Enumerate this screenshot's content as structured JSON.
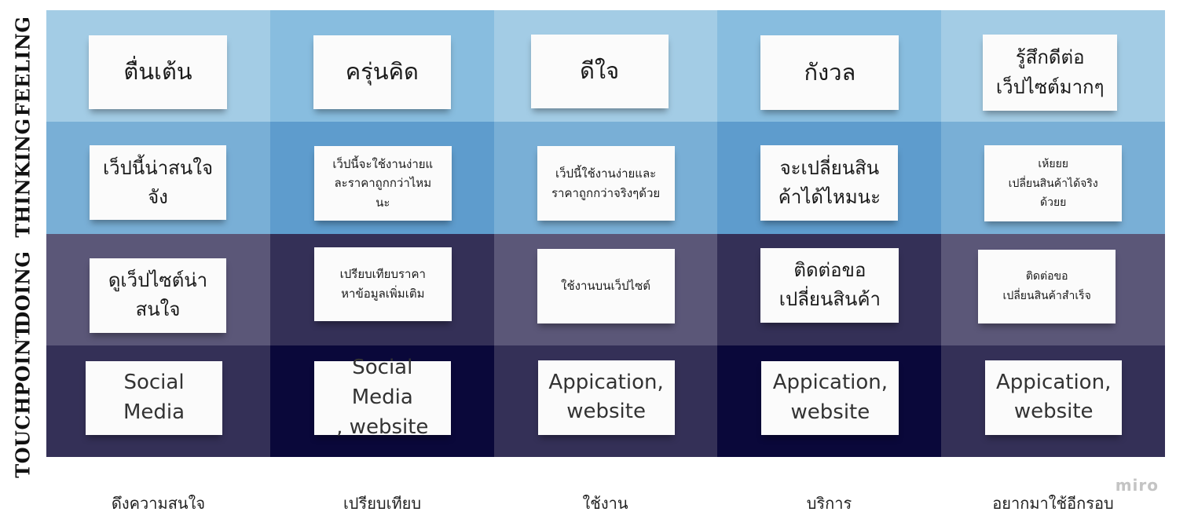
{
  "rows": [
    "FEELING",
    "THINKING",
    "DOING",
    "TOUCHPOINT"
  ],
  "stages": [
    "ดึงความสนใจ",
    "เปรียบเทียบ",
    "ใช้งาน",
    "บริการ",
    "อยากมาใช้อีกรอบ"
  ],
  "colors": {
    "feeling": [
      "#a3cce5",
      "#88bddf",
      "#a3cce5",
      "#88bddf",
      "#a3cce5"
    ],
    "thinking": [
      "#79afd6",
      "#5e9ccd",
      "#79afd6",
      "#5e9ccd",
      "#79afd6"
    ],
    "doing": [
      "#5b5778",
      "#343057",
      "#5b5778",
      "#343057",
      "#5b5778"
    ],
    "touchpoint": [
      "#343057",
      "#0a083a",
      "#343057",
      "#0a083a",
      "#343057"
    ]
  },
  "cells": {
    "feeling": [
      "ตื่นเต้น",
      "ครุ่นคิด",
      "ดีใจ",
      "กังวล",
      "รู้สึกดีต่อ\nเว็ปไซต์มากๆ"
    ],
    "thinking": [
      "เว็ปนี้น่าสนใจ\nจัง",
      "เว็ปนี้จะใช้งานง่ายแ\nละราคาถูกกว่าไหม\nนะ",
      "เว็ปนี้ใช้งานง่ายและ\nราคาถูกกว่าจริงๆด้วย",
      "จะเปลี่ยนสิน\nค้าได้ไหมนะ",
      "เห้ยยย\nเปลี่ยนสินค้าได้จริง\nด้วยย"
    ],
    "doing": [
      "ดูเว็ปไซต์น่า\nสนใจ",
      "เปรียบเทียบราคา\nหาข้อมูลเพิ่มเติม",
      "ใช้งานบนเว็ปไซต์",
      "ติดต่อขอ\nเปลี่ยนสินค้า",
      "ติดต่อขอ\nเปลี่ยนสินค้าสำเร็จ"
    ],
    "touchpoint": [
      "Social\nMedia",
      "Social Media\n, website",
      "Appication,\nwebsite",
      "Appication,\nwebsite",
      "Appication,\nwebsite"
    ]
  },
  "watermark": "miro"
}
